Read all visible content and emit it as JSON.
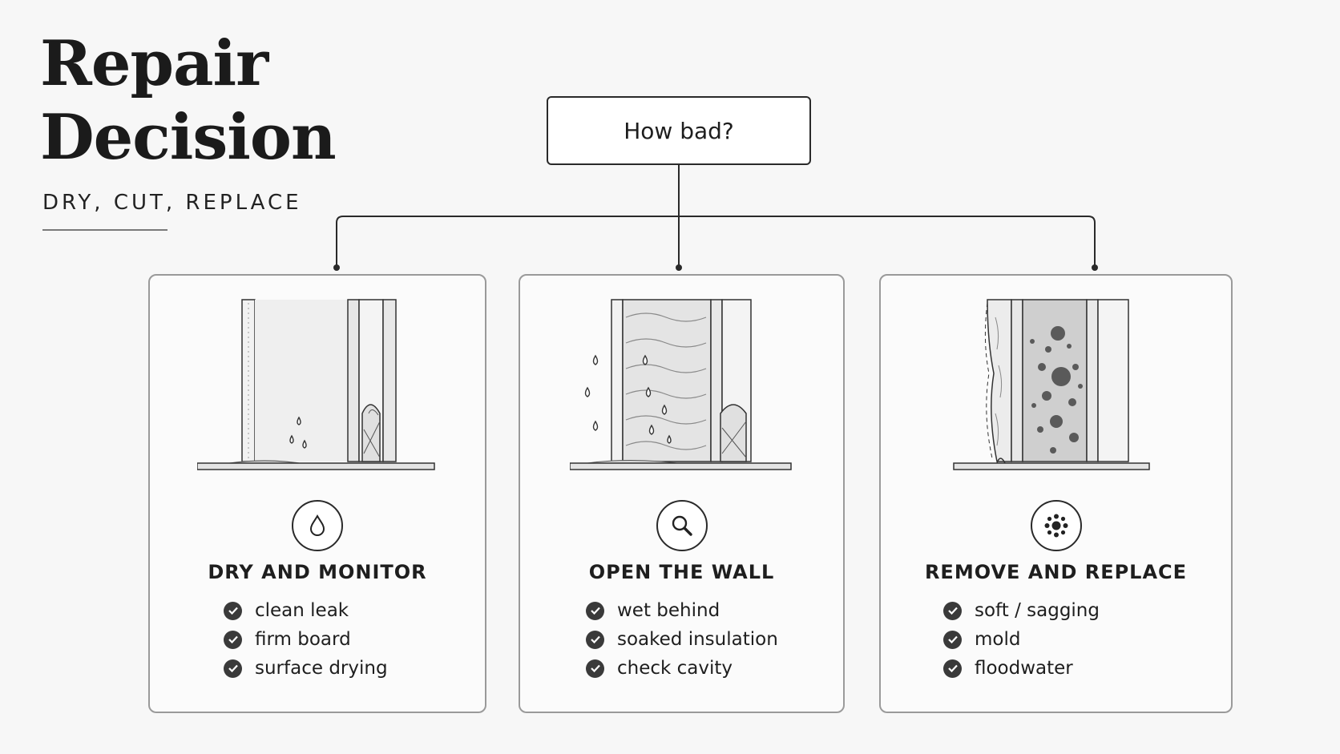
{
  "header": {
    "title_line1": "Repair",
    "title_line2": "Decision",
    "subtitle": "DRY, CUT, REPLACE"
  },
  "root": {
    "label": "How bad?"
  },
  "branches": [
    {
      "icon": "water-drop-icon",
      "title": "DRY AND MONITOR",
      "items": [
        "clean leak",
        "firm board",
        "surface drying"
      ]
    },
    {
      "icon": "magnifier-icon",
      "title": "OPEN THE WALL",
      "items": [
        "wet behind",
        "soaked insulation",
        "check cavity"
      ]
    },
    {
      "icon": "mold-spores-icon",
      "title": "REMOVE AND REPLACE",
      "items": [
        "soft / sagging",
        "mold",
        "floodwater"
      ]
    }
  ],
  "colors": {
    "ink": "#1e1e1e",
    "line": "#2a2a2a",
    "card_border": "#9a9a9a",
    "background": "#f7f7f7"
  }
}
